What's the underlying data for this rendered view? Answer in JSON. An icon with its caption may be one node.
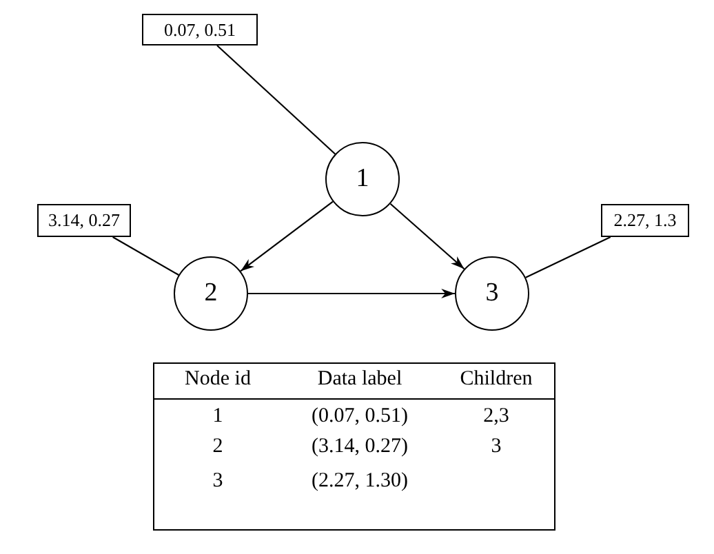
{
  "diagram": {
    "nodes": [
      {
        "text": [
          "1"
        ]
      },
      {
        "text": [
          "2"
        ]
      },
      {
        "text": [
          "3"
        ]
      },
      {
        "text": [
          "0.07, 0.51"
        ]
      },
      {
        "text": [
          "3.14, 0.27"
        ]
      },
      {
        "text": [
          "2.27, 1.3"
        ]
      }
    ],
    "edges": [
      {
        "from": 0,
        "to": 1,
        "arrow": "to"
      },
      {
        "from": 0,
        "to": 2,
        "arrow": "to"
      },
      {
        "from": 1,
        "to": 2,
        "arrow": "to"
      },
      {
        "from": 3,
        "to": 0,
        "arrow": "none"
      },
      {
        "from": 4,
        "to": 1,
        "arrow": "none"
      },
      {
        "from": 5,
        "to": 2,
        "arrow": "none"
      }
    ],
    "labels": [
      "Node id",
      "Data label",
      "Children",
      "1",
      "(0.07, 0.51)",
      "2,3",
      "2",
      "(3.14, 0.27)",
      "3",
      "3",
      "(2.27, 1.30)"
    ]
  }
}
